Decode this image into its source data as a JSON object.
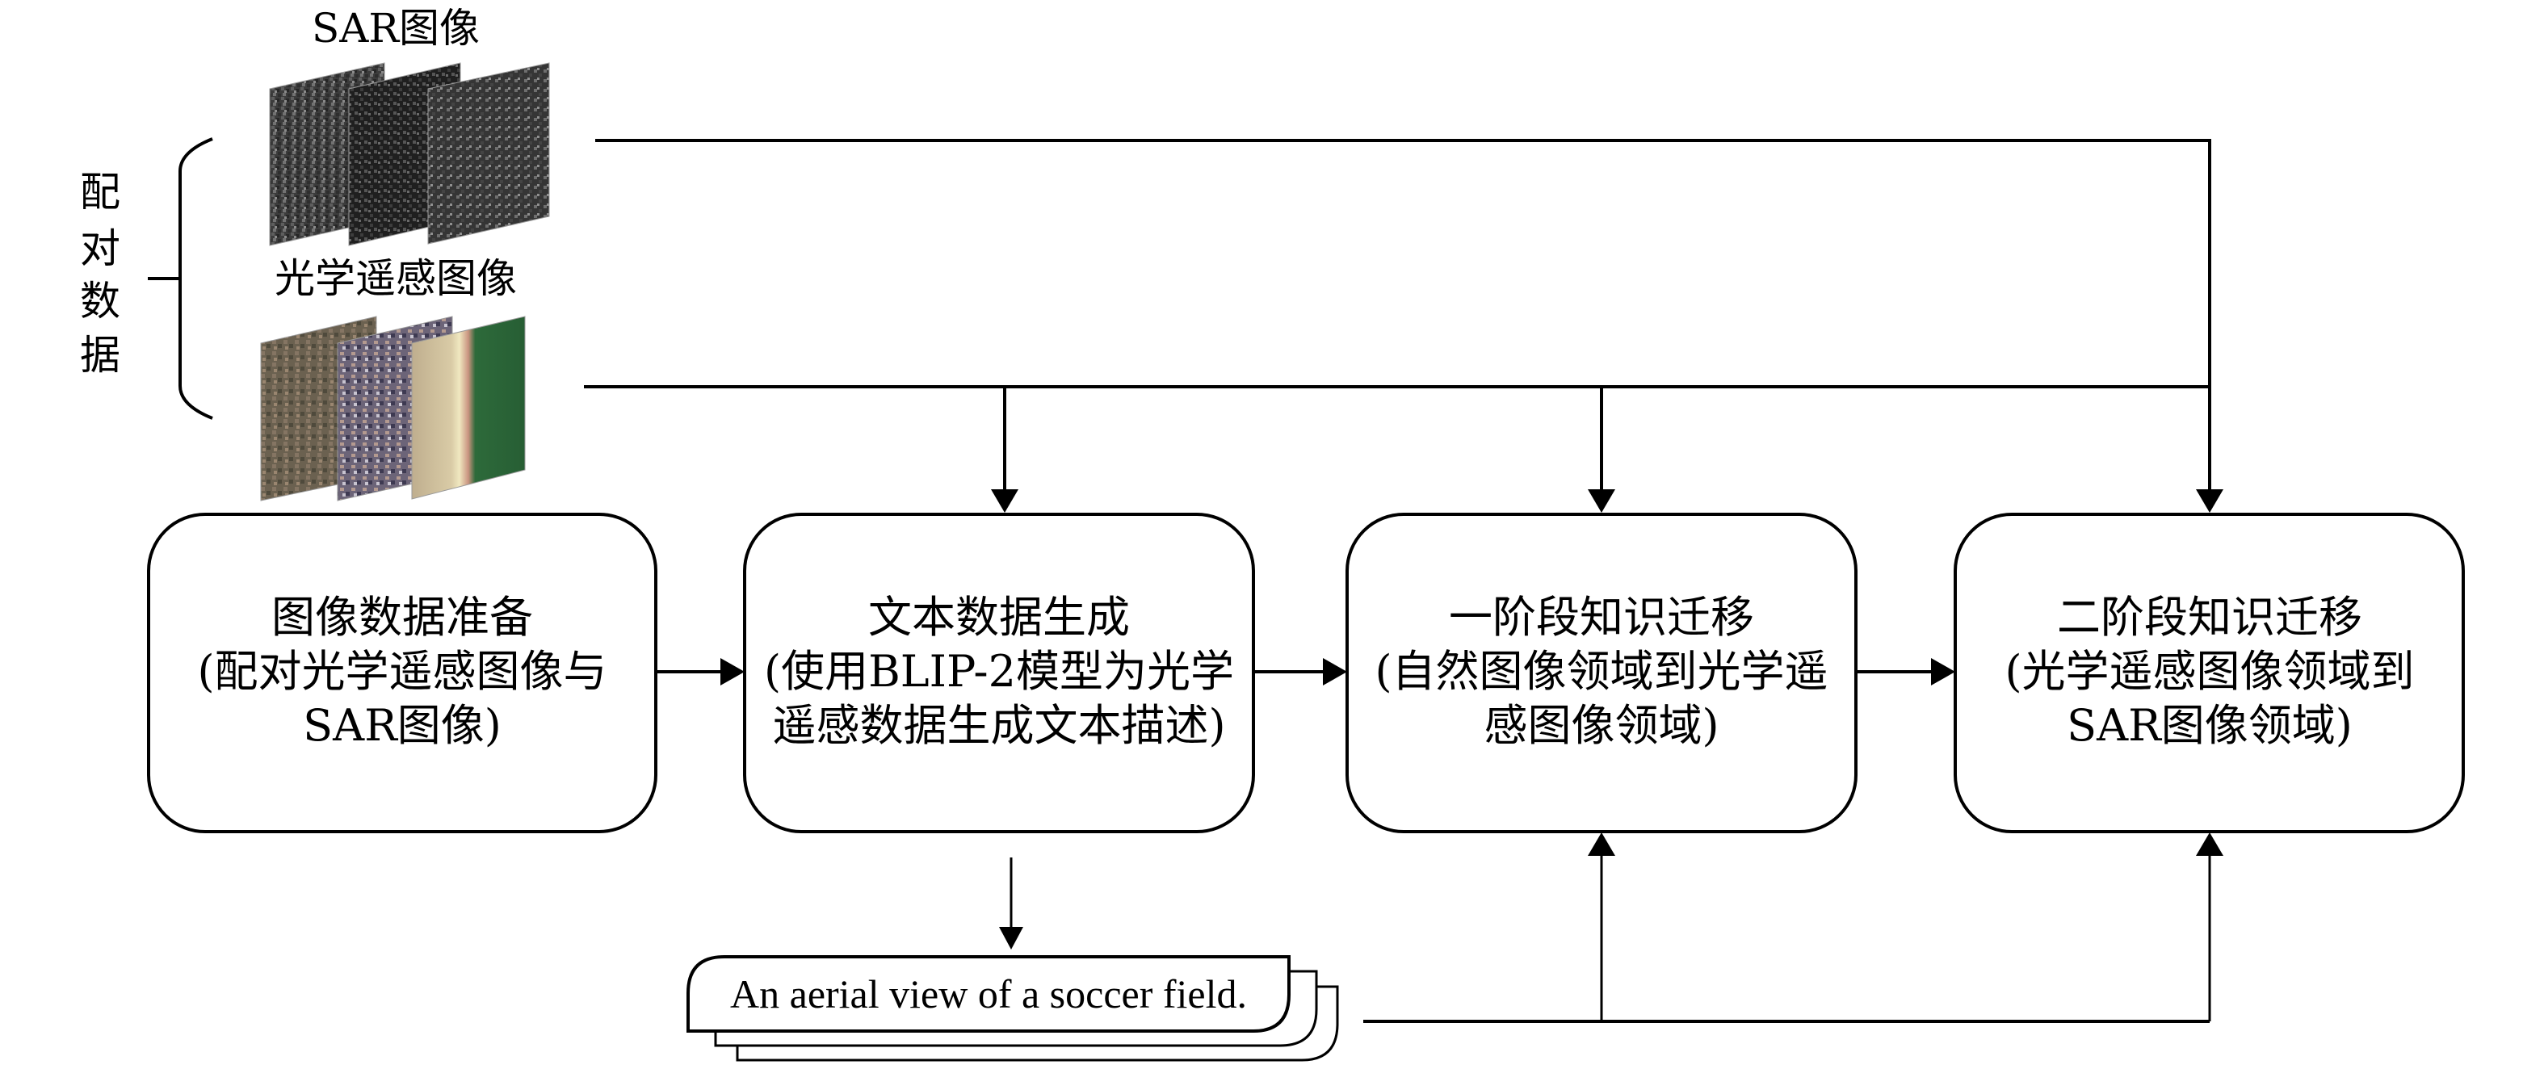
{
  "figure": {
    "type": "flowchart",
    "colors": {
      "stroke": "#000000",
      "background": "#ffffff",
      "sar_tone": "#4a4a4a",
      "optical_tones": [
        "#6b5e4c",
        "#7a6a80",
        "#cdbd9c",
        "#2f6b3c"
      ]
    }
  },
  "inputs": {
    "group_label": [
      "配",
      "对",
      "数",
      "据"
    ],
    "sar_label": "SAR图像",
    "optical_label": "光学遥感图像",
    "sar_stack_count": 3,
    "optical_stack_count": 3
  },
  "stages": [
    {
      "id": "image-data-prep",
      "lines": [
        "图像数据准备",
        "(配对光学遥感图像与",
        "SAR图像)"
      ]
    },
    {
      "id": "text-data-gen",
      "lines": [
        "文本数据生成",
        "(使用BLIP-2模型为光学",
        "遥感数据生成文本描述)"
      ]
    },
    {
      "id": "stage1-transfer",
      "lines": [
        "一阶段知识迁移",
        "(自然图像领域到光学遥",
        "感图像领域)"
      ]
    },
    {
      "id": "stage2-transfer",
      "lines": [
        "二阶段知识迁移",
        "(光学遥感图像领域到",
        "SAR图像领域)"
      ]
    }
  ],
  "caption": {
    "text": "An aerial view of a soccer field.",
    "stack_count": 3
  },
  "edges": [
    {
      "from": "image-data-prep",
      "to": "text-data-gen"
    },
    {
      "from": "text-data-gen",
      "to": "stage1-transfer"
    },
    {
      "from": "stage1-transfer",
      "to": "stage2-transfer"
    },
    {
      "from": "sar-images",
      "to": "stage2-transfer"
    },
    {
      "from": "optical-images",
      "to": "text-data-gen"
    },
    {
      "from": "optical-images",
      "to": "stage1-transfer"
    },
    {
      "from": "optical-images",
      "to": "stage2-transfer"
    },
    {
      "from": "text-data-gen",
      "to": "caption"
    },
    {
      "from": "caption",
      "to": "stage1-transfer"
    },
    {
      "from": "caption",
      "to": "stage2-transfer"
    }
  ]
}
